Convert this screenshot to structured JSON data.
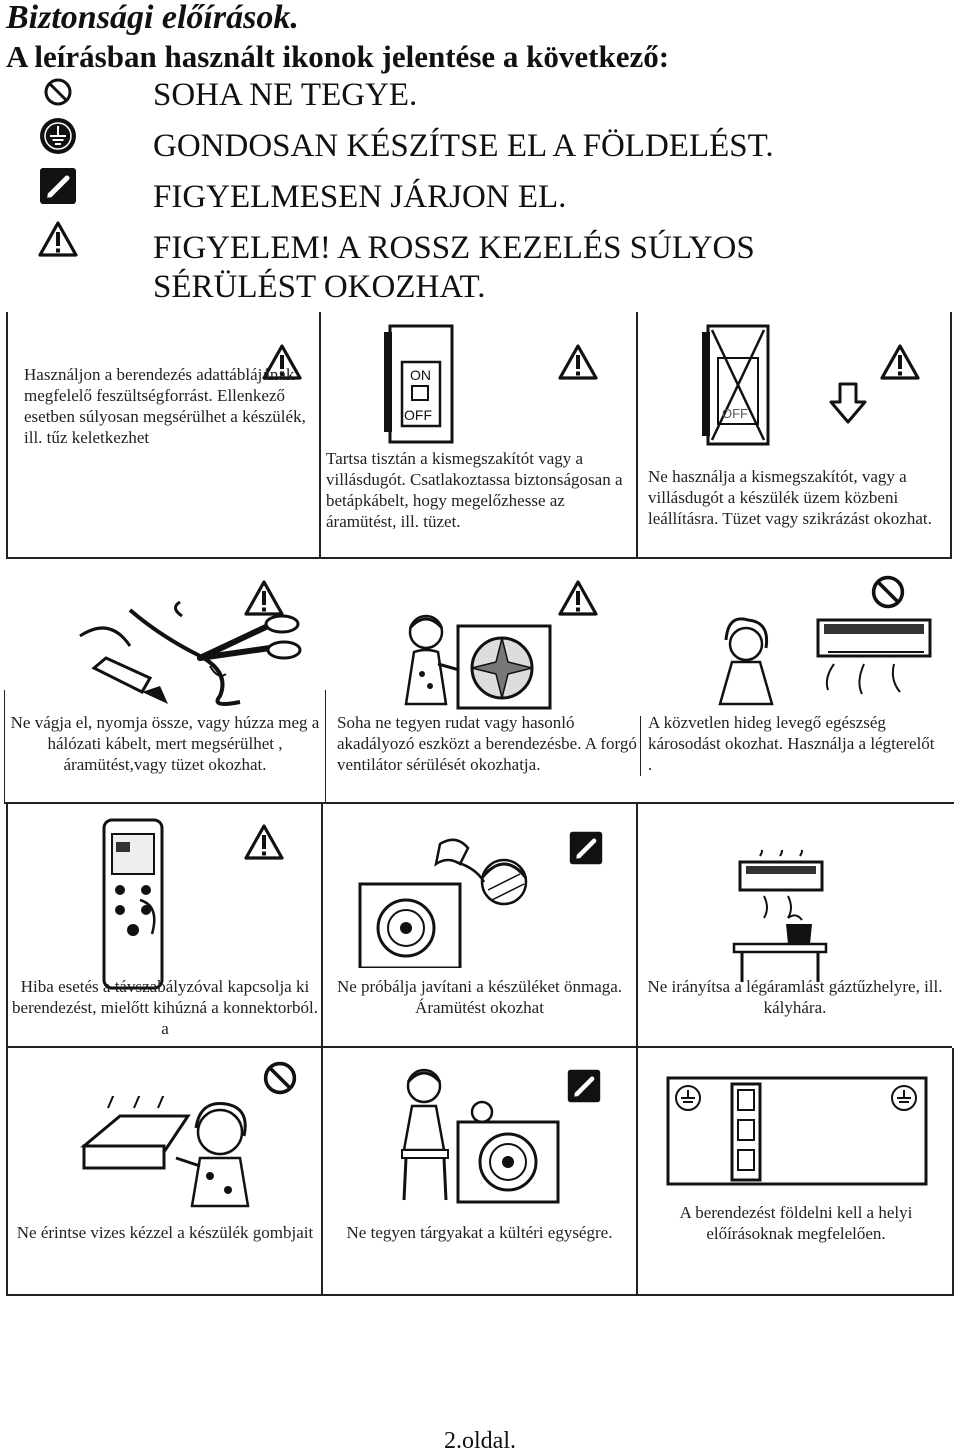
{
  "title": "Biztonsági előírások.",
  "intro": "A leírásban használt ikonok jelentése a következő:",
  "legend": [
    {
      "icon": "prohibition-icon",
      "text": "SOHA NE TEGYE."
    },
    {
      "icon": "ground-icon",
      "text": "GONDOSAN KÉSZÍTSE EL A FÖLDELÉST."
    },
    {
      "icon": "caution-pen-icon",
      "text": "FIGYELMESEN JÁRJON EL."
    },
    {
      "icon": "warning-triangle-icon",
      "text": "FIGYELEM! A ROSSZ KEZELÉS SÚLYOS",
      "text2": "SÉRÜLÉST OKOZHAT."
    }
  ],
  "cells": [
    {
      "icon": "warning-triangle-icon",
      "text": "Használjon a berendezés adattáblájának megfelelő feszültségforrást. Ellenkező esetben súlyosan megsérülhet a készülék, ill. tűz keletkezhet"
    },
    {
      "icon": "warning-triangle-icon",
      "switch_on": "ON",
      "switch_off": "OFF",
      "text": "Tartsa tisztán a kismegszakítót vagy a villásdugót. Csatlakoztassa biztonságosan a betápkábelt, hogy megelőzhesse az áramütést, ill. tüzet."
    },
    {
      "icon": "warning-triangle-icon",
      "switch_off": "OFF",
      "text": "Ne használja a kismegszakítót, vagy a villásdugót a készülék üzem közbeni leállításra. Tüzet vagy szikrázást okozhat."
    },
    {
      "icon": "warning-triangle-icon",
      "text": "Ne vágja el, nyomja össze, vagy húzza meg a hálózati kábelt, mert megsérülhet , áramütést,vagy tüzet okozhat."
    },
    {
      "icon": "warning-triangle-icon",
      "text": "Soha ne tegyen rudat vagy hasonló akadályozó eszközt a berendezésbe. A forgó ventilátor sérülését okozhatja."
    },
    {
      "icon": "prohibition-icon",
      "text": "A közvetlen hideg levegő egészség károsodást okozhat. Használja a légterelőt ."
    },
    {
      "icon": "warning-triangle-icon",
      "text": "Hiba esetés a távszabályzóval kapcsolja ki berendezést, mielőtt kihúzná a konnektorból. a"
    },
    {
      "icon": "caution-pen-icon",
      "text": "Ne próbálja javítani a készüléket önmaga. Áramütést okozhat"
    },
    {
      "icon": "prohibition-icon",
      "text": "Ne irányítsa a légáramlást gáztűzhelyre, ill. kályhára."
    },
    {
      "icon": "prohibition-icon",
      "text": "Ne érintse vizes kézzel a készülék gombjait"
    },
    {
      "icon": "caution-pen-icon",
      "text": "Ne tegyen tárgyakat a kültéri egységre."
    },
    {
      "icon": "ground-icon",
      "text": "A berendezést földelni kell a helyi előírásoknak megfelelően."
    }
  ],
  "page_number": "2.oldal."
}
